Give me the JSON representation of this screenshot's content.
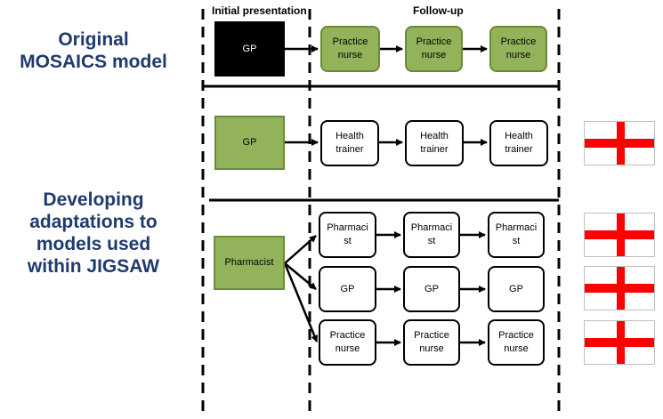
{
  "headings": {
    "initial": "Initial presentation",
    "followup": "Follow-up"
  },
  "side_titles": {
    "original": "Original\nMOSAICS model",
    "developing": "Developing\nadaptations to\nmodels used\nwithin JIGSAW"
  },
  "original_model": {
    "initial": "GP",
    "followups": [
      "Practice\nnurse",
      "Practice\nnurse",
      "Practice\nnurse"
    ]
  },
  "health_trainer_model": {
    "initial": "GP",
    "followups": [
      "Health\ntrainer",
      "Health\ntrainer",
      "Health\ntrainer"
    ]
  },
  "pharmacist_model": {
    "initial": "Pharmacist",
    "routes": [
      [
        "Pharmaci\nst",
        "Pharmaci\nst",
        "Pharmaci\nst"
      ],
      [
        "GP",
        "GP",
        "GP"
      ],
      [
        "Practice\nnurse",
        "Practice\nnurse",
        "Practice\nnurse"
      ]
    ]
  },
  "colors": {
    "title_text": "#1f3a6e",
    "green_fill": "#93b35a",
    "flag_red": "#ff0000"
  },
  "flags": [
    "england-flag",
    "england-flag",
    "england-flag",
    "england-flag"
  ]
}
